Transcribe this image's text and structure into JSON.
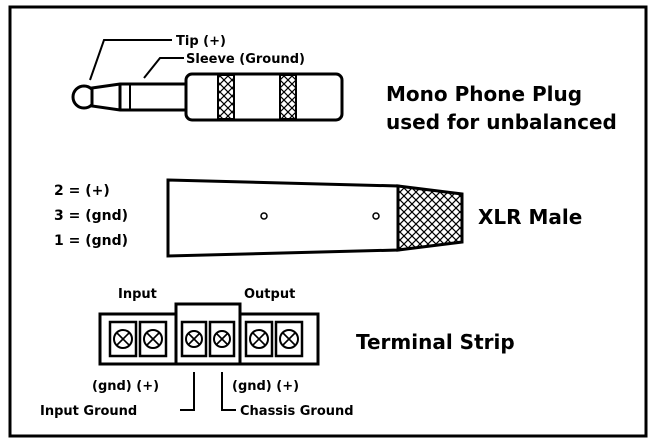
{
  "phone_plug": {
    "tip_label": "Tip (+)",
    "sleeve_label": "Sleeve (Ground)",
    "title_line1": "Mono Phone Plug",
    "title_line2": "used for unbalanced"
  },
  "xlr": {
    "pin2_label": "2 = (+)",
    "pin3_label": "3 = (gnd)",
    "pin1_label": "1 = (gnd)",
    "title": "XLR Male"
  },
  "terminal_strip": {
    "input_label": "Input",
    "output_label": "Output",
    "title": "Terminal Strip",
    "input_pins_label": "(gnd) (+)",
    "output_pins_label": "(gnd) (+)",
    "input_ground_label": "Input Ground",
    "chassis_ground_label": "Chassis Ground"
  }
}
